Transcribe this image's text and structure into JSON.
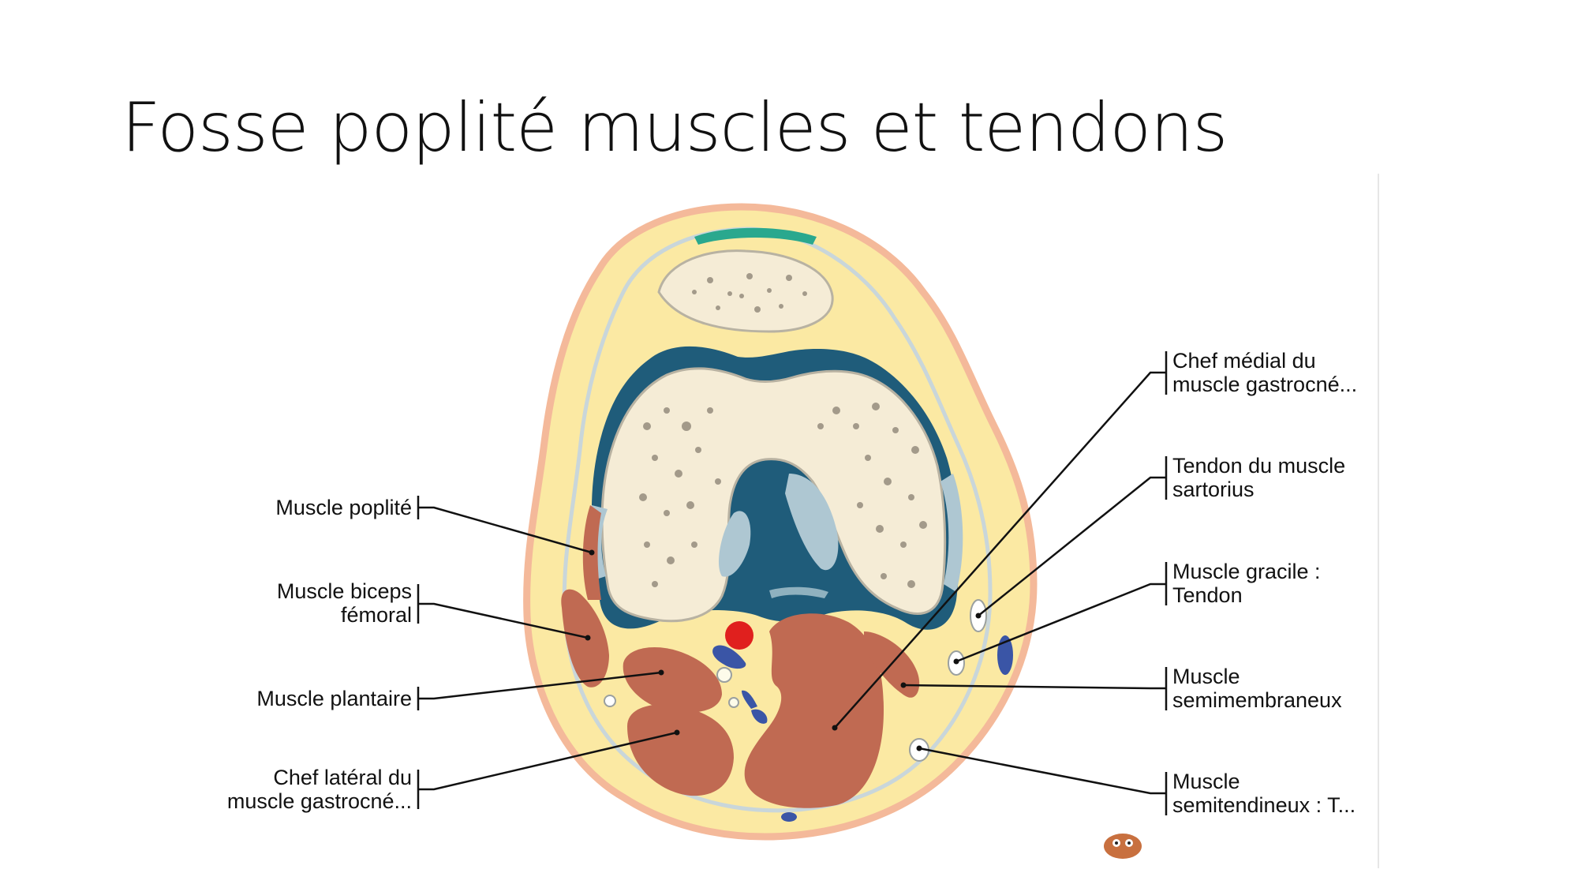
{
  "slide": {
    "title": "Fosse poplité muscles et tendons"
  },
  "diagram": {
    "labels_left": [
      {
        "id": "popliteus",
        "lines": [
          "Muscle poplité"
        ]
      },
      {
        "id": "biceps",
        "lines": [
          "Muscle biceps",
          "fémoral"
        ]
      },
      {
        "id": "plantaris",
        "lines": [
          "Muscle plantaire"
        ]
      },
      {
        "id": "gastroc_lateral",
        "lines": [
          "Chef latéral du",
          "muscle gastrocné..."
        ]
      }
    ],
    "labels_right": [
      {
        "id": "gastroc_medial",
        "lines": [
          "Chef médial du",
          "muscle gastrocné..."
        ]
      },
      {
        "id": "sartorius",
        "lines": [
          "Tendon du muscle",
          "sartorius"
        ]
      },
      {
        "id": "gracilis",
        "lines": [
          "Muscle gracile :",
          "Tendon"
        ]
      },
      {
        "id": "semimembranosus",
        "lines": [
          "Muscle",
          "semimembraneux"
        ]
      },
      {
        "id": "semitendinosus",
        "lines": [
          "Muscle",
          "semitendineux : T..."
        ]
      }
    ],
    "colors": {
      "skin": "#f4b99a",
      "fat": "#fbe9a3",
      "bone": "#f5ecd6",
      "bone_spots": "#a39a8a",
      "cartilage": "#1f5c7a",
      "muscle": "#c06a52",
      "artery": "#e0201e",
      "vein": "#3a55a6",
      "ligament": "#aec7d2",
      "tendon": "#2aa88e"
    }
  }
}
